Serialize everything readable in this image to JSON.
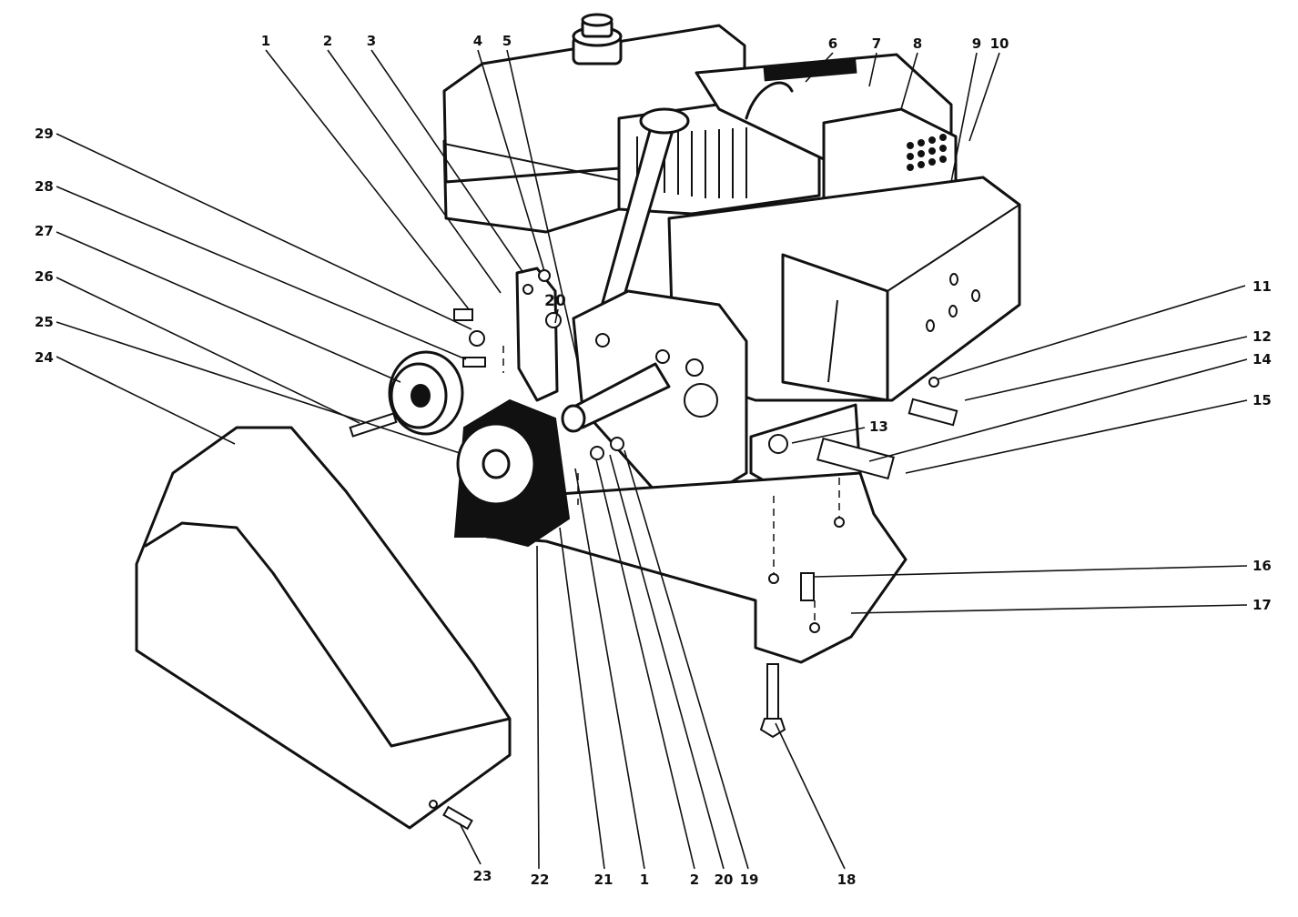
{
  "callouts": [
    {
      "id": "c1a",
      "label": "1"
    },
    {
      "id": "c2a",
      "label": "2"
    },
    {
      "id": "c3",
      "label": "3"
    },
    {
      "id": "c4",
      "label": "4"
    },
    {
      "id": "c5",
      "label": "5"
    },
    {
      "id": "c6",
      "label": "6"
    },
    {
      "id": "c7",
      "label": "7"
    },
    {
      "id": "c8",
      "label": "8"
    },
    {
      "id": "c9",
      "label": "9"
    },
    {
      "id": "c10",
      "label": "10"
    },
    {
      "id": "c11",
      "label": "11"
    },
    {
      "id": "c12",
      "label": "12"
    },
    {
      "id": "c13",
      "label": "13"
    },
    {
      "id": "c14",
      "label": "14"
    },
    {
      "id": "c15",
      "label": "15"
    },
    {
      "id": "c16",
      "label": "16"
    },
    {
      "id": "c17",
      "label": "17"
    },
    {
      "id": "c18",
      "label": "18"
    },
    {
      "id": "c19",
      "label": "19"
    },
    {
      "id": "c20a",
      "label": "20"
    },
    {
      "id": "c20b",
      "label": "20"
    },
    {
      "id": "c21",
      "label": "21"
    },
    {
      "id": "c22",
      "label": "22"
    },
    {
      "id": "c23",
      "label": "23"
    },
    {
      "id": "c24",
      "label": "24"
    },
    {
      "id": "c25",
      "label": "25"
    },
    {
      "id": "c26",
      "label": "26"
    },
    {
      "id": "c27",
      "label": "27"
    },
    {
      "id": "c28",
      "label": "28"
    },
    {
      "id": "c29",
      "label": "29"
    },
    {
      "id": "c1b",
      "label": "1"
    },
    {
      "id": "c2b",
      "label": "2"
    }
  ]
}
